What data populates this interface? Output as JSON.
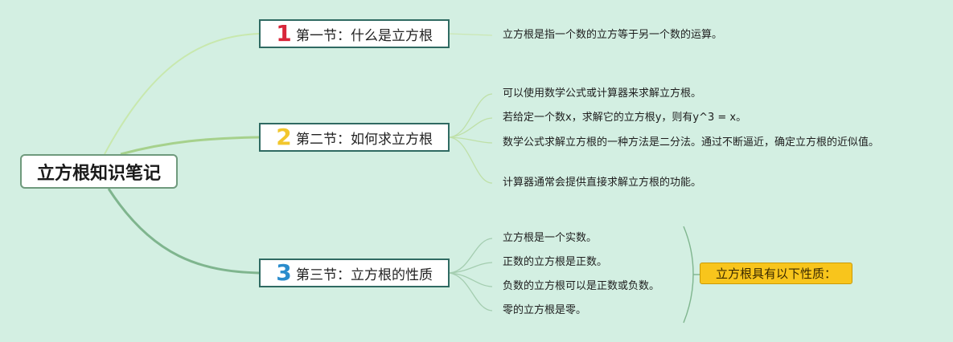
{
  "root": {
    "title": "立方根知识笔记"
  },
  "sections": [
    {
      "number": "1",
      "title": "第一节：什么是立方根",
      "items": [
        "立方根是指一个数的立方等于另一个数的运算。"
      ]
    },
    {
      "number": "2",
      "title": "第二节：如何求立方根",
      "items": [
        "可以使用数学公式或计算器来求解立方根。",
        "若给定一个数x，求解它的立方根y，则有y^3 = x。",
        "数学公式求解立方根的一种方法是二分法。通过不断逼近，确定立方根的近似值。",
        "计算器通常会提供直接求解立方根的功能。"
      ]
    },
    {
      "number": "3",
      "title": "第三节：立方根的性质",
      "items": [
        "立方根是一个实数。",
        "正数的立方根是正数。",
        "负数的立方根可以是正数或负数。",
        "零的立方根是零。"
      ],
      "summary": "立方根具有以下性质："
    }
  ],
  "colors": {
    "background": "#d3efe2",
    "branch1": "#c3e6a7",
    "branch2": "#a8d38d",
    "branch3": "#7fb58e",
    "summary": "#f8c51c"
  }
}
